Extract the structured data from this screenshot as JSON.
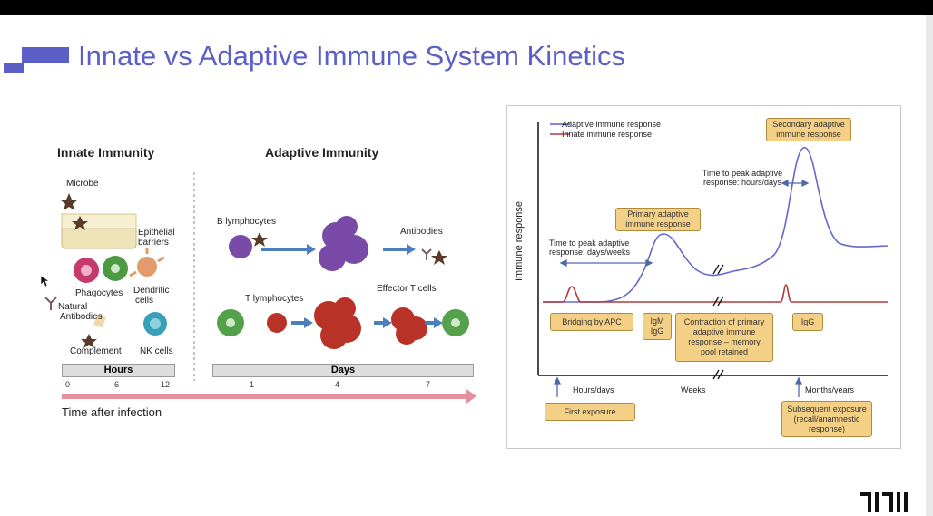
{
  "slide": {
    "title": "Innate vs Adaptive Immune System Kinetics",
    "accent_color": "#5b5fc7",
    "watermark_logo": "PI|PI"
  },
  "left_figure": {
    "innate_title": "Innate Immunity",
    "adaptive_title": "Adaptive Immunity",
    "labels": {
      "microbe": "Microbe",
      "epithelial": "Epithelial",
      "barriers": "barriers",
      "phagocytes": "Phagocytes",
      "dendritic": "Dendritic",
      "cells": "cells",
      "natural": "Natural",
      "antibodies_cap": "Antibodies",
      "complement": "Complement",
      "nk_cells": "NK cells",
      "b_lymphocytes": "B lymphocytes",
      "antibodies": "Antibodies",
      "t_lymphocytes": "T lymphocytes",
      "effector_t_cells": "Effector T cells"
    },
    "scale": {
      "hours_label": "Hours",
      "days_label": "Days",
      "hour_ticks": [
        "0",
        "6",
        "12"
      ],
      "day_ticks": [
        "1",
        "4",
        "7"
      ]
    },
    "time_axis_label": "Time after infection",
    "colors": {
      "arrow": "#e0607a",
      "b_cell": "#7a4aa8",
      "t_cell": "#b83228",
      "phagocyte": "#55a04a",
      "nk": "#3aa0b8"
    }
  },
  "chart": {
    "legend": [
      {
        "name": "Adaptive immune response",
        "color": "#5b5fc7"
      },
      {
        "name": "Innate immune response",
        "color": "#b23a3a"
      }
    ],
    "ylabel": "Immune response",
    "x_segments": [
      "Hours/days",
      "Weeks",
      "Months/years"
    ],
    "annotations": {
      "secondary_line1": "Secondary adaptive",
      "secondary_line2": "immune response",
      "time_peak_secondary_1": "Time to peak adaptive",
      "time_peak_secondary_2": "response: hours/days",
      "primary_line1": "Primary adaptive",
      "primary_line2": "immune response",
      "time_peak_primary_1": "Time to peak adaptive",
      "time_peak_primary_2": "response: days/weeks",
      "bridging": "Bridging by APC",
      "igm": "IgM",
      "igg1": "IgG",
      "contraction_1": "Contraction of primary",
      "contraction_2": "adaptive immune",
      "contraction_3": "response – memory",
      "contraction_4": "pool retained",
      "igg2": "IgG",
      "first_exposure": "First exposure",
      "subsequent_1": "Subsequent exposure",
      "subsequent_2": "(recall/anamnestic",
      "subsequent_3": "response)"
    },
    "box_color": "#f4cf86"
  }
}
